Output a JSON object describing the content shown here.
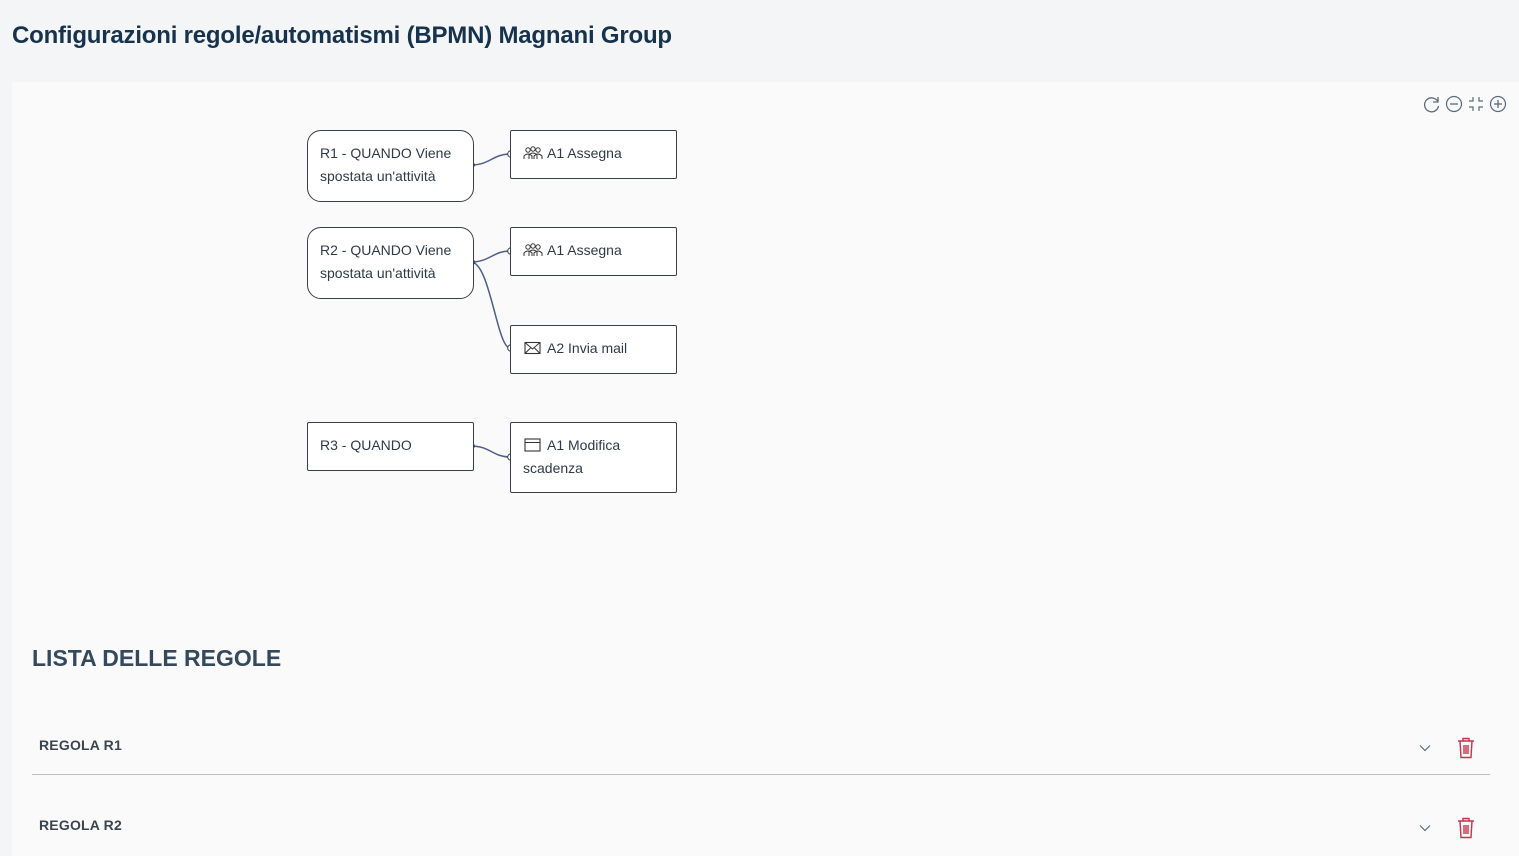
{
  "page": {
    "title": "Configurazioni regole/automatismi (BPMN) Magnani Group"
  },
  "diagram": {
    "controls": [
      {
        "name": "reset-icon"
      },
      {
        "name": "zoom-out-icon"
      },
      {
        "name": "fit-screen-icon"
      },
      {
        "name": "zoom-in-icon"
      }
    ],
    "rules": [
      {
        "id": "R1",
        "label": "R1 - QUANDO Viene spostata un'attività"
      },
      {
        "id": "R2",
        "label": "R2 - QUANDO Viene spostata un'attività"
      },
      {
        "id": "R3",
        "label": "R3 - QUANDO"
      }
    ],
    "actions": [
      {
        "rule": "R1",
        "icon": "users-assign-icon",
        "label": "A1 Assegna"
      },
      {
        "rule": "R2",
        "icon": "users-assign-icon",
        "label": "A1 Assegna"
      },
      {
        "rule": "R2",
        "icon": "envelope-icon",
        "label": "A2 Invia mail"
      },
      {
        "rule": "R3",
        "icon": "calendar-icon",
        "label": "A1 Modifica scadenza"
      }
    ],
    "edge_color": "#4a5f8a"
  },
  "rules_list": {
    "title": "LISTA DELLE REGOLE",
    "items": [
      {
        "label": "REGOLA R1"
      },
      {
        "label": "REGOLA R2"
      }
    ],
    "delete_color": "#c8334b"
  }
}
